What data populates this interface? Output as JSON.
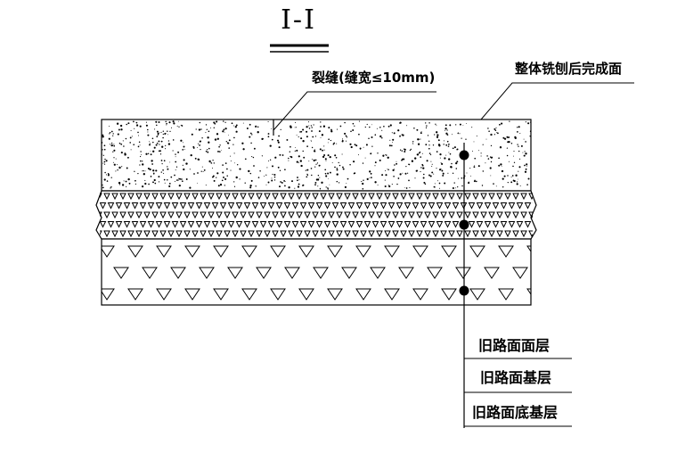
{
  "title": "Ⅰ-Ⅰ",
  "annotations": {
    "crack": "裂缝(缝宽≤10mm)",
    "milled_surface": "整体铣刨后完成面"
  },
  "layers": [
    {
      "label": "旧路面面层"
    },
    {
      "label": "旧路面基层"
    },
    {
      "label": "旧路面底基层"
    }
  ],
  "colors": {
    "ink": "#000000",
    "background": "#ffffff"
  }
}
